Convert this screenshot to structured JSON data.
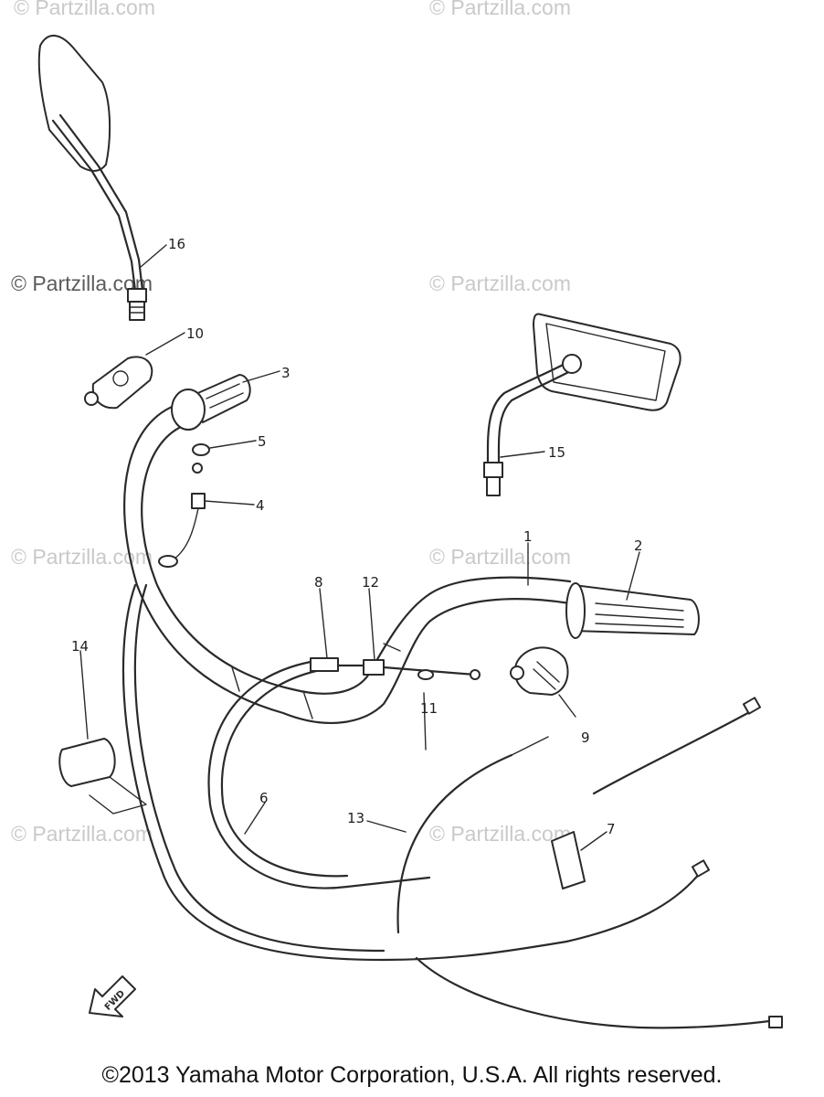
{
  "watermarks": [
    "© Partzilla.com",
    "© Partzilla.com",
    "© Partzilla.com",
    "© Partzilla.com",
    "© Partzilla.com",
    "© Partzilla.com",
    "© Partzilla.com",
    "© Partzilla.com"
  ],
  "callouts": [
    "1",
    "2",
    "3",
    "4",
    "5",
    "6",
    "7",
    "8",
    "9",
    "10",
    "11",
    "12",
    "13",
    "14",
    "15",
    "16"
  ],
  "fwd_label": "FWD",
  "copyright": "©2013 Yamaha Motor Corporation, U.S.A. All rights reserved."
}
